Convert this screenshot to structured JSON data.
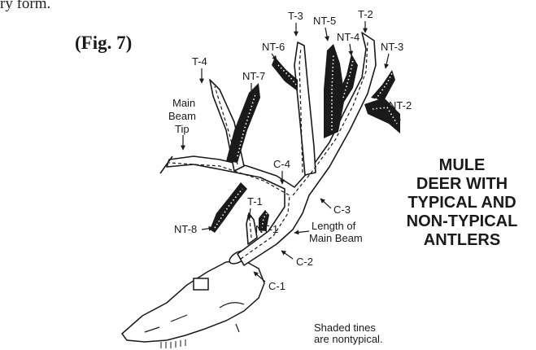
{
  "header": {
    "clipped_text": "ry form."
  },
  "figure": {
    "label": "(Fig. 7)"
  },
  "title_lines": [
    "MULE",
    "DEER WITH",
    "TYPICAL AND",
    "NON-TYPICAL",
    "ANTLERS"
  ],
  "labels": {
    "t1": "T-1",
    "t2": "T-2",
    "t3": "T-3",
    "t4": "T-4",
    "nt1": "NT-1",
    "nt2": "NT-2",
    "nt3": "NT-3",
    "nt4": "NT-4",
    "nt5": "NT-5",
    "nt6": "NT-6",
    "nt7": "NT-7",
    "nt8": "NT-8",
    "c1": "C-1",
    "c2": "C-2",
    "c3": "C-3",
    "c4": "C-4",
    "main_beam_tip": [
      "Main",
      "Beam",
      "Tip"
    ],
    "length_of_main_beam": [
      "Length of",
      "Main Beam"
    ]
  },
  "note_lines": [
    "Shaded tines",
    "are nontypical."
  ],
  "colors": {
    "nontypical_fill": "#1a1a1a",
    "typical_fill": "#ffffff",
    "ink": "#1a1a1a"
  }
}
